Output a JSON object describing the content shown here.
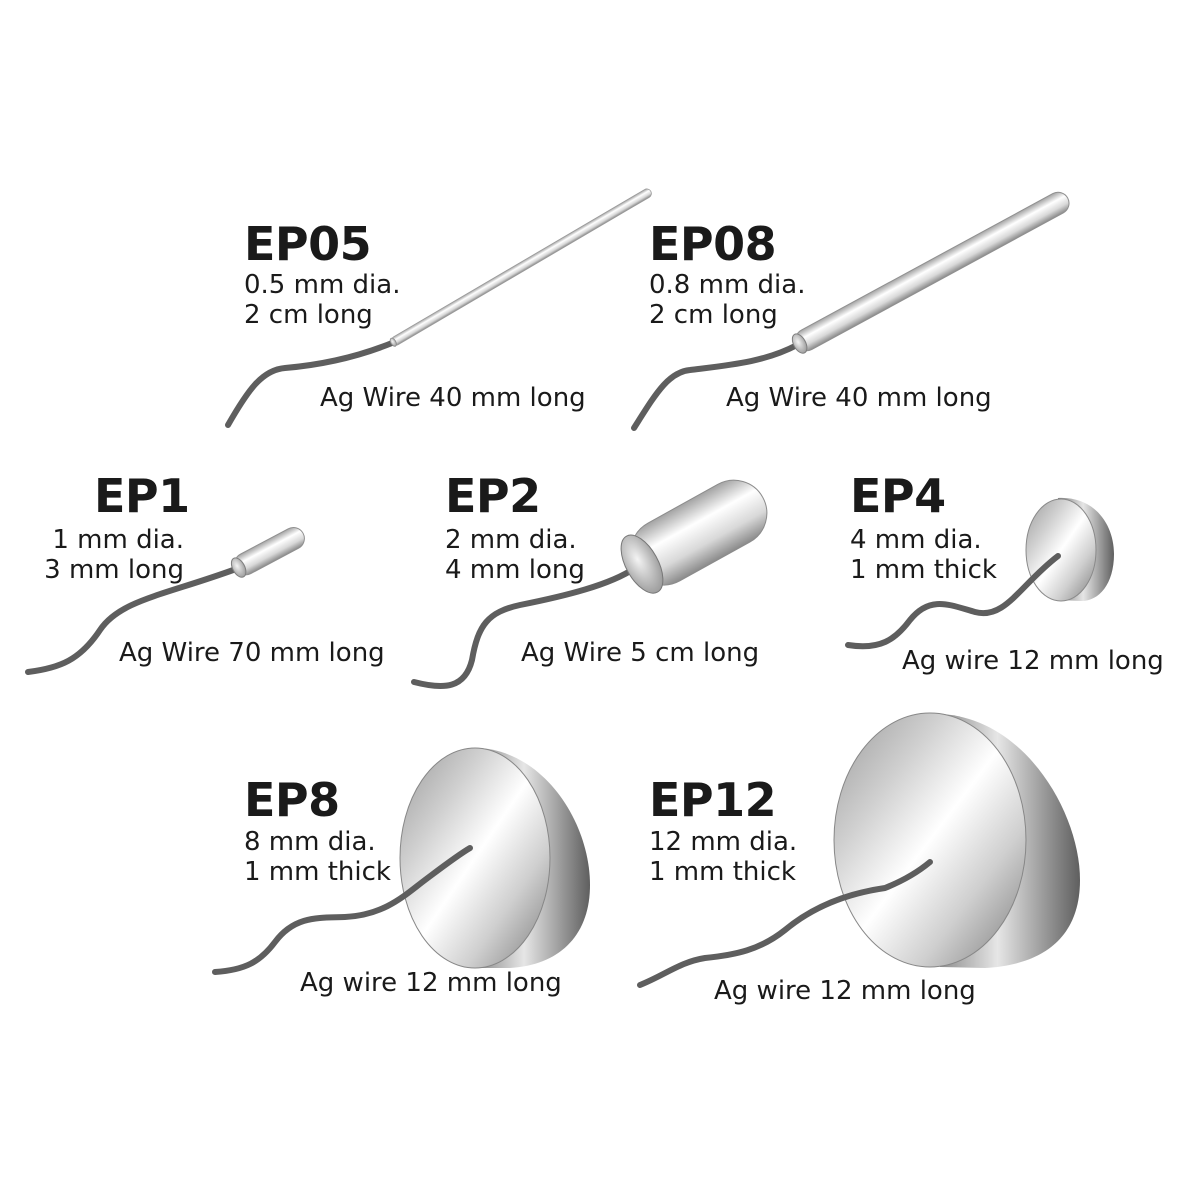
{
  "electrodes": [
    {
      "code": "EP05",
      "dia": "0.5 mm dia.",
      "size": "2 cm long",
      "wire": "Ag Wire 40 mm long"
    },
    {
      "code": "EP08",
      "dia": "0.8 mm dia.",
      "size": "2 cm long",
      "wire": "Ag Wire 40 mm long"
    },
    {
      "code": "EP1",
      "dia": "1 mm dia.",
      "size": "3 mm long",
      "wire": "Ag Wire 70 mm long"
    },
    {
      "code": "EP2",
      "dia": "2 mm dia.",
      "size": "4 mm long",
      "wire": "Ag Wire 5 cm long"
    },
    {
      "code": "EP4",
      "dia": "4 mm dia.",
      "size": "1 mm thick",
      "wire": "Ag wire 12 mm long"
    },
    {
      "code": "EP8",
      "dia": "8 mm dia.",
      "size": "1 mm thick",
      "wire": "Ag wire 12 mm long"
    },
    {
      "code": "EP12",
      "dia": "12 mm dia.",
      "size": "1 mm thick",
      "wire": "Ag wire 12 mm long"
    }
  ],
  "colors": {
    "wire": "#5e5e5e",
    "text": "#1a1a1a",
    "metal_light": "#ffffff",
    "metal_mid": "#b5b5b5",
    "metal_dark": "#6f6f6f"
  }
}
